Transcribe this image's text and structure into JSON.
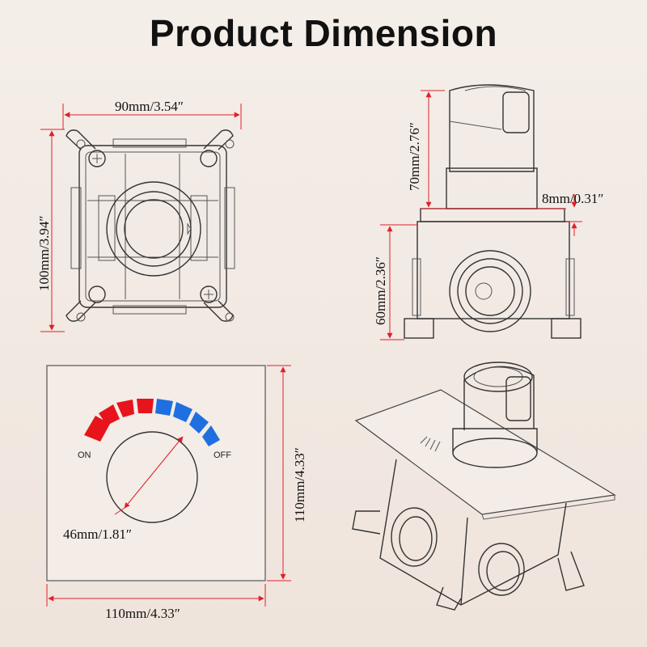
{
  "title": "Product Dimension",
  "dims": {
    "top_width": "90mm/3.54″",
    "top_height": "100mm/3.94″",
    "side_upper_height": "70mm/2.76″",
    "side_flange": "8mm/0.31″",
    "side_lower_height": "60mm/2.36″",
    "plate_height": "110mm/4.33″",
    "plate_width": "110mm/4.33″",
    "knob_diameter": "46mm/1.81″"
  },
  "plate": {
    "on_label": "ON",
    "off_label": "OFF"
  },
  "colors": {
    "dimension_line": "#e0202a",
    "hot": "#e8141c",
    "cold": "#1f6fe0"
  }
}
